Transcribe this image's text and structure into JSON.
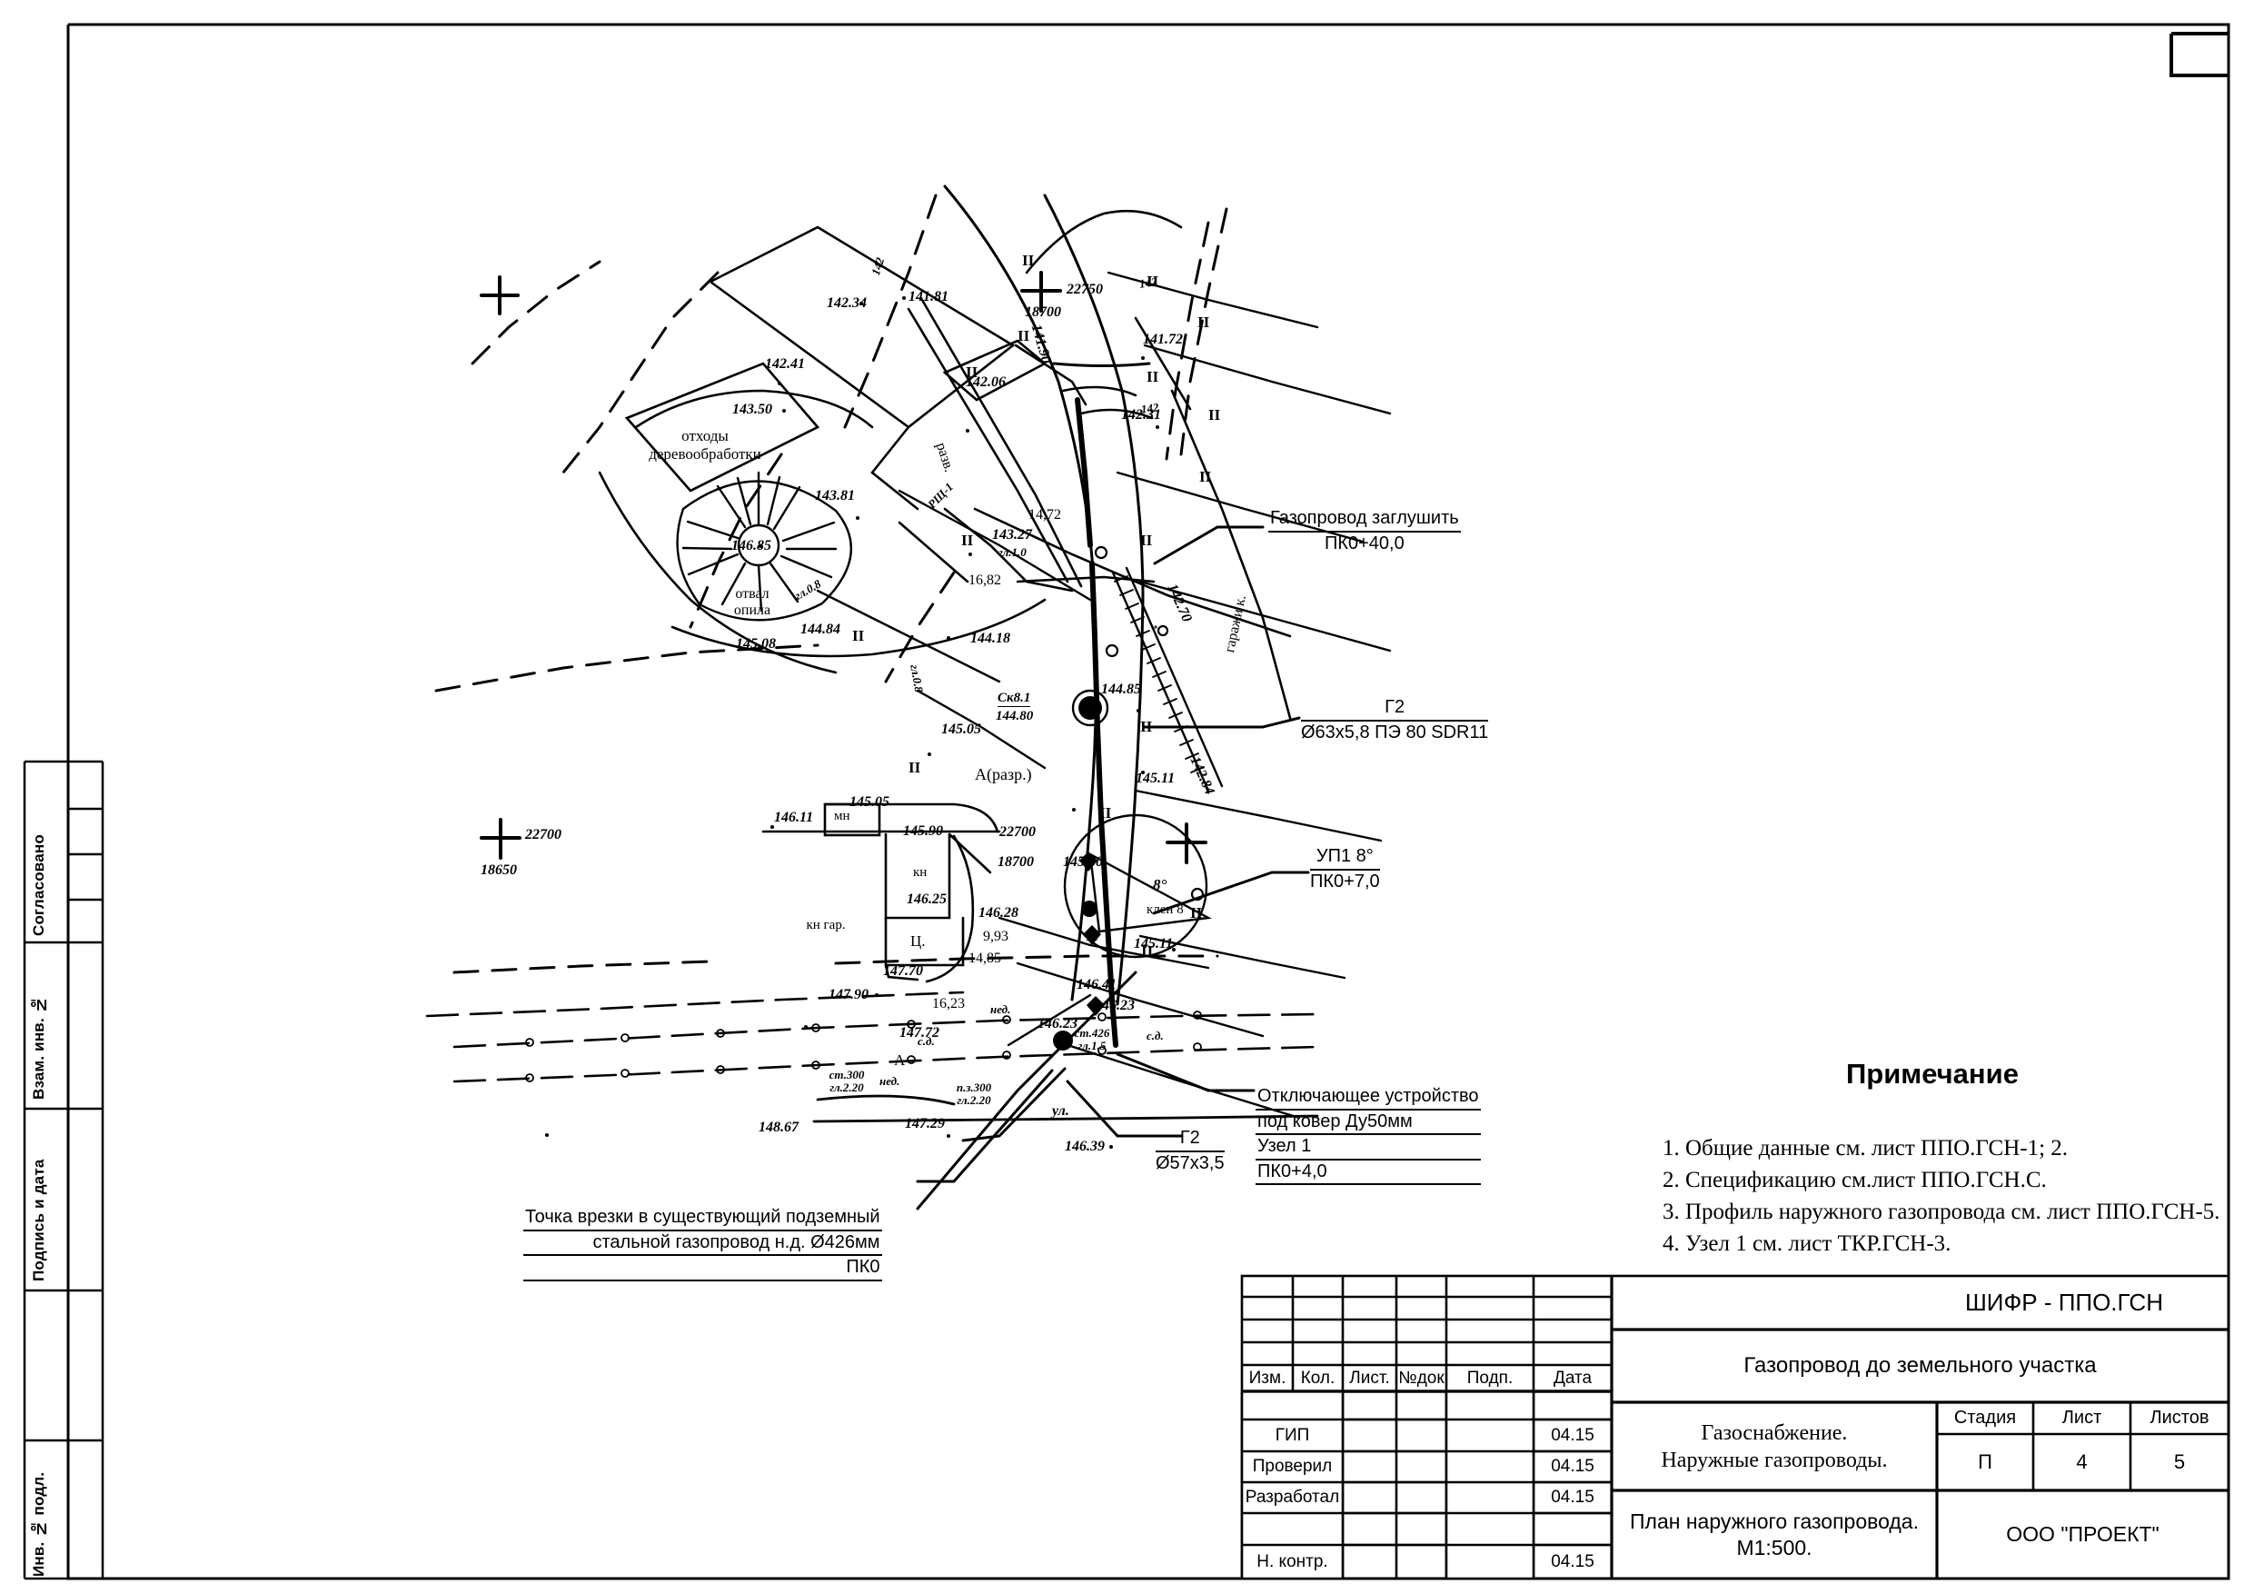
{
  "sheet": {
    "notes": {
      "title": "Примечание",
      "items": [
        "1. Общие данные см. лист ППО.ГСН-1; 2.",
        "2. Спецификацию см.лист  ППО.ГСН.С.",
        "3. Профиль наружного газопровода см. лист ППО.ГСН-5.",
        "4. Узел 1 см. лист ТКР.ГСН-3."
      ]
    },
    "side_stamp": {
      "labels": [
        "Согласовано",
        "Взам. инв. №",
        "Подпись и дата",
        "Инв. № подл."
      ]
    },
    "title_block": {
      "code": "ШИФР - ППО.ГСН",
      "object": "Газопровод до земельного участка",
      "section": "Газоснабжение.\nНаружные газопроводы.",
      "drawing": "План наружного газопровода.\nМ1:500.",
      "company": "ООО \"ПРОЕКТ\"",
      "rev_headers": [
        "Изм.",
        "Кол.",
        "Лист.",
        "№док",
        "Подп.",
        "Дата"
      ],
      "roles": [
        {
          "role": "",
          "date": ""
        },
        {
          "role": "ГИП",
          "date": "04.15"
        },
        {
          "role": "Проверил",
          "date": "04.15"
        },
        {
          "role": "Разработал",
          "date": "04.15"
        },
        {
          "role": "",
          "date": ""
        },
        {
          "role": "Н. контр.",
          "date": "04.15"
        }
      ],
      "stage_headers": [
        "Стадия",
        "Лист",
        "Листов"
      ],
      "stage_values": [
        "П",
        "4",
        "5"
      ]
    },
    "callouts": [
      {
        "id": "blank-pipe",
        "lines": [
          "Газопровод заглушить",
          "ПК0+40,0"
        ]
      },
      {
        "id": "pipe-g2-pe",
        "lines": [
          "Г2",
          "Ø63х5,8 ПЭ 80 SDR11"
        ]
      },
      {
        "id": "up1-angle",
        "lines": [
          "УП1 8°",
          "ПК0+7,0"
        ]
      },
      {
        "id": "shutoff-device",
        "lines": [
          "Отключающее устройство",
          "под ковер Ду50мм",
          "Узел 1",
          "ПК0+4,0"
        ]
      },
      {
        "id": "pipe-g2-steel",
        "lines": [
          "Г2",
          "Ø57х3,5"
        ]
      },
      {
        "id": "tie-in-point",
        "lines": [
          "Точка врезки в существующий подземный",
          "стальной газопровод н.д. Ø426мм",
          "ПК0"
        ]
      }
    ],
    "plan": {
      "coordinate_marks": [
        {
          "n": "22750",
          "e": "18700"
        },
        {
          "n": "22700",
          "e": "18650"
        },
        {
          "n": "22700",
          "e": "18700"
        }
      ],
      "elevations": [
        "142.34",
        "141.81",
        "142.41",
        "143.50",
        "142.06",
        "141.72",
        "142.31",
        "143.81",
        "146.85",
        "143.27",
        "14,72",
        "16,82",
        "144.18",
        "144.84",
        "145.08",
        "145.05",
        "145.05",
        "146.11",
        "145.90",
        "146.25",
        "146.28",
        "147.70",
        "147.90",
        "147.72",
        "148.67",
        "147.29",
        "146.39",
        "145.60",
        "145.11",
        "145.11",
        "144.85",
        "146.41",
        "146.23",
        "146.23",
        "9,93",
        "14,85",
        "16,23",
        "142.70",
        "142.84",
        "141.90"
      ],
      "site_labels": [
        "отходы деревообработки",
        "отвал опила",
        "разв.",
        "РЩ-1",
        "гл.1.0",
        "гл.0.8",
        "гл.0.8",
        "Ск8.1",
        "144.80",
        "А(разр.)",
        "мн",
        "кн",
        "кн гар.",
        "Ц.",
        "гаражи к.",
        "клен 8",
        "нед.",
        "нед.",
        "с.д.",
        "с.д.",
        "А",
        "ул.",
        "ст.300 гл.2.20",
        "п.з.300 гл.2.20",
        "ст.426 гл.1.5",
        "142",
        "142",
        "142",
        "8°"
      ]
    }
  }
}
